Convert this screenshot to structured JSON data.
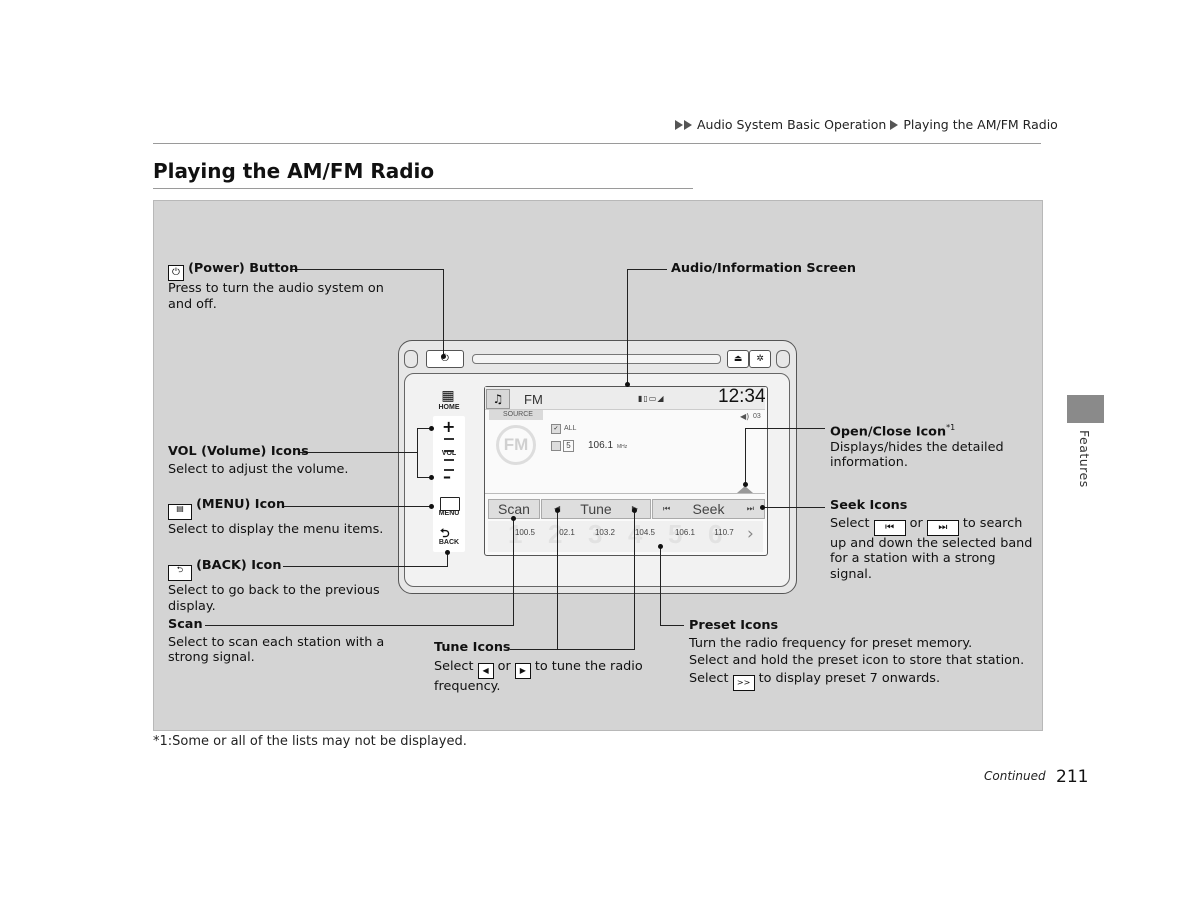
{
  "breadcrumb": [
    "Audio System Basic Operation",
    "Playing the AM/FM Radio"
  ],
  "page_title": "Playing the AM/FM Radio",
  "side_tab": "Features",
  "footnote": "*1:Some or all of the lists may not be displayed.",
  "continued": "Continued",
  "page_number": "211",
  "callouts": {
    "power": {
      "title": "(Power) Button",
      "desc1": "Press to turn the audio system on",
      "desc2": "and off."
    },
    "screen": {
      "title": "Audio/Information Screen"
    },
    "volume": {
      "title": "VOL (Volume) Icons",
      "desc1": "Select to adjust the volume."
    },
    "menu": {
      "title": "(MENU) Icon",
      "desc1": "Select to display the menu items."
    },
    "back": {
      "title": "(BACK) Icon",
      "desc1": "Select to go back to the previous",
      "desc2": "display."
    },
    "scan": {
      "title": "Scan",
      "desc1": "Select to scan each station with a",
      "desc2": "strong signal."
    },
    "tune": {
      "title": "Tune Icons",
      "select": "Select",
      "or": "or",
      "desc1": "to tune the radio",
      "desc2": "frequency."
    },
    "preset": {
      "title": "Preset Icons",
      "desc1": "Turn the radio frequency for preset memory.",
      "desc2": "Select and hold the preset icon to store that station.",
      "select": "Select",
      "desc3": "to display preset 7 onwards.",
      "more_icon": ">>"
    },
    "openclose": {
      "title": "Open/Close Icon",
      "sup": "*1",
      "desc1": "Displays/hides the detailed",
      "desc2": "information."
    },
    "seek": {
      "title": "Seek Icons",
      "select": "Select",
      "or": "or",
      "desc1": "to search",
      "desc2": "up and down the selected band",
      "desc3": "for a station with a strong",
      "desc4": "signal."
    }
  },
  "device": {
    "home_label": "HOME",
    "vol_label": "VOL",
    "menu_label": "MENU",
    "back_label": "BACK",
    "screen": {
      "band": "FM",
      "clock": "12:34",
      "source": "SOURCE",
      "all": "ALL",
      "volume_level": "03",
      "preset_num": "5",
      "frequency": "106.1",
      "freq_unit": "MHz",
      "logo": "FM",
      "buttons": {
        "scan": "Scan",
        "tune": "Tune",
        "seek": "Seek"
      },
      "presets": [
        "100.5",
        "02.1",
        "103.2",
        "104.5",
        "106.1",
        "110.7"
      ],
      "ghost_numbers": [
        "1",
        "2",
        "3",
        "4",
        "5",
        "6"
      ]
    }
  }
}
